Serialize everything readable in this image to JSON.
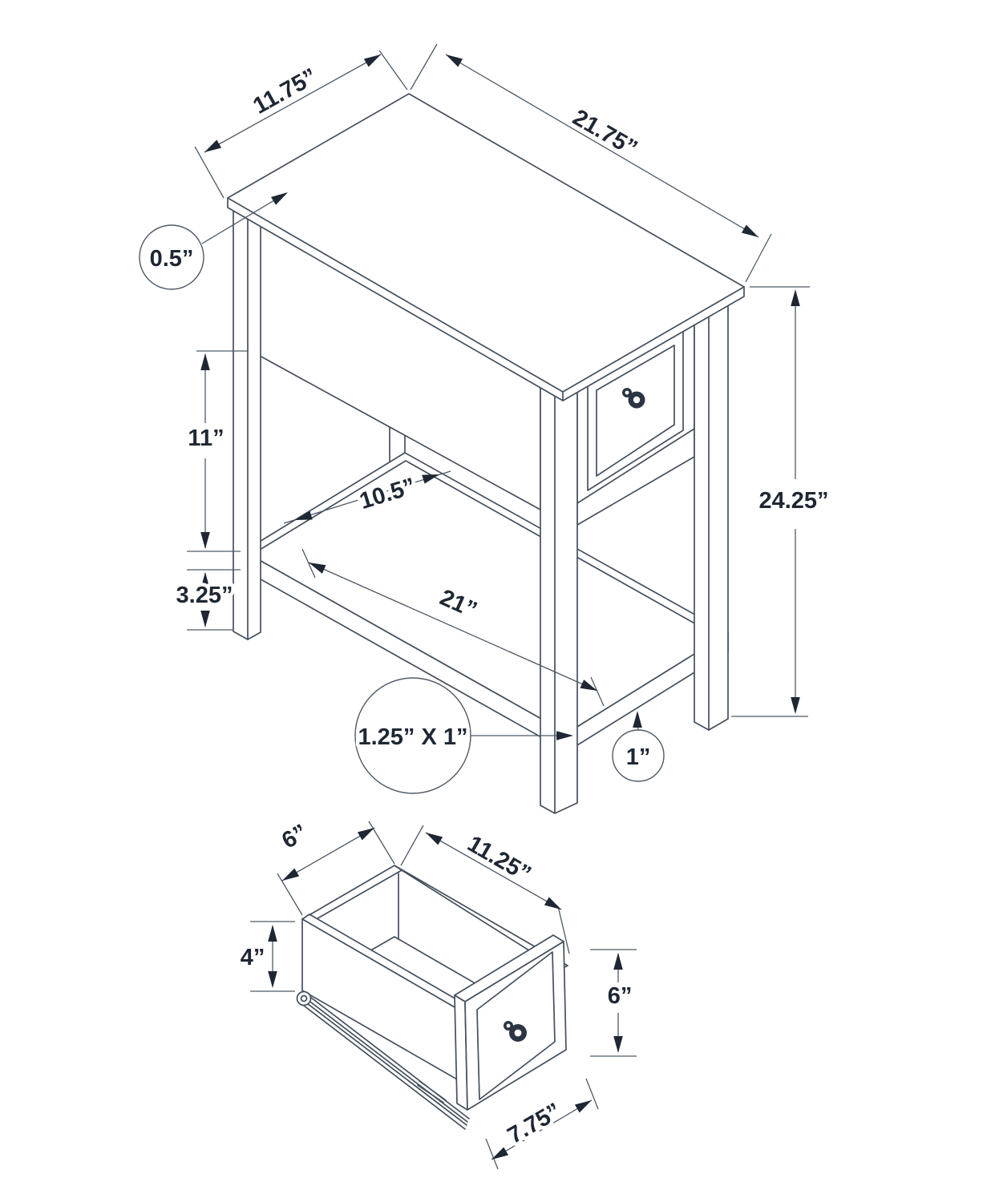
{
  "diagram": {
    "kind": "furniture-dimension-drawing",
    "views": [
      "assembled side table (isometric)",
      "drawer detail (isometric)"
    ]
  },
  "colors": {
    "background": "#ffffff",
    "structure_line": "#44505e",
    "dimension_line": "#4e5a67",
    "arrow_and_text": "#1e2733"
  },
  "table_view": {
    "labels": {
      "top_depth": "11.75”",
      "top_length": "21.75”",
      "top_thickness": "0.5”",
      "drawer_opening_height": "11”",
      "shelf_depth": "10.5”",
      "bottom_clearance": "3.25”",
      "shelf_length": "21”",
      "overall_height": "24.25”",
      "leg_section": "1.25” X 1”",
      "shelf_thickness": "1”"
    }
  },
  "drawer_view": {
    "labels": {
      "inner_width": "6”",
      "inner_length": "11.25”",
      "side_height": "4”",
      "front_height": "6”",
      "front_width": "7.75”"
    }
  }
}
